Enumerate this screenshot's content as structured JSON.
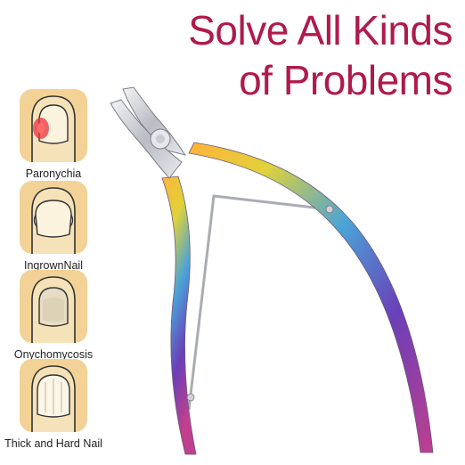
{
  "headline": {
    "line1": "Solve All Kinds",
    "line2": "of Problems",
    "color": "#b01a4b"
  },
  "conditions": [
    {
      "label": "Paronychia",
      "icon": "paronychia-finger-icon"
    },
    {
      "label": "IngrownNail",
      "icon": "ingrown-nail-finger-icon"
    },
    {
      "label": "Onychomycosis",
      "icon": "onychomycosis-finger-icon"
    },
    {
      "label": "Thick and Hard Nail",
      "icon": "thick-hard-nail-finger-icon"
    }
  ],
  "colors": {
    "card": "#f2d296",
    "outline": "#333333",
    "skin": "#f6e2b8",
    "inflammation": "#e8323c",
    "tool_gradient": [
      "#ffb23a",
      "#e0d23a",
      "#4aa3d8",
      "#6a3fb8",
      "#c03f8e"
    ]
  },
  "product": {
    "icon": "cuticle-nipper-icon"
  }
}
